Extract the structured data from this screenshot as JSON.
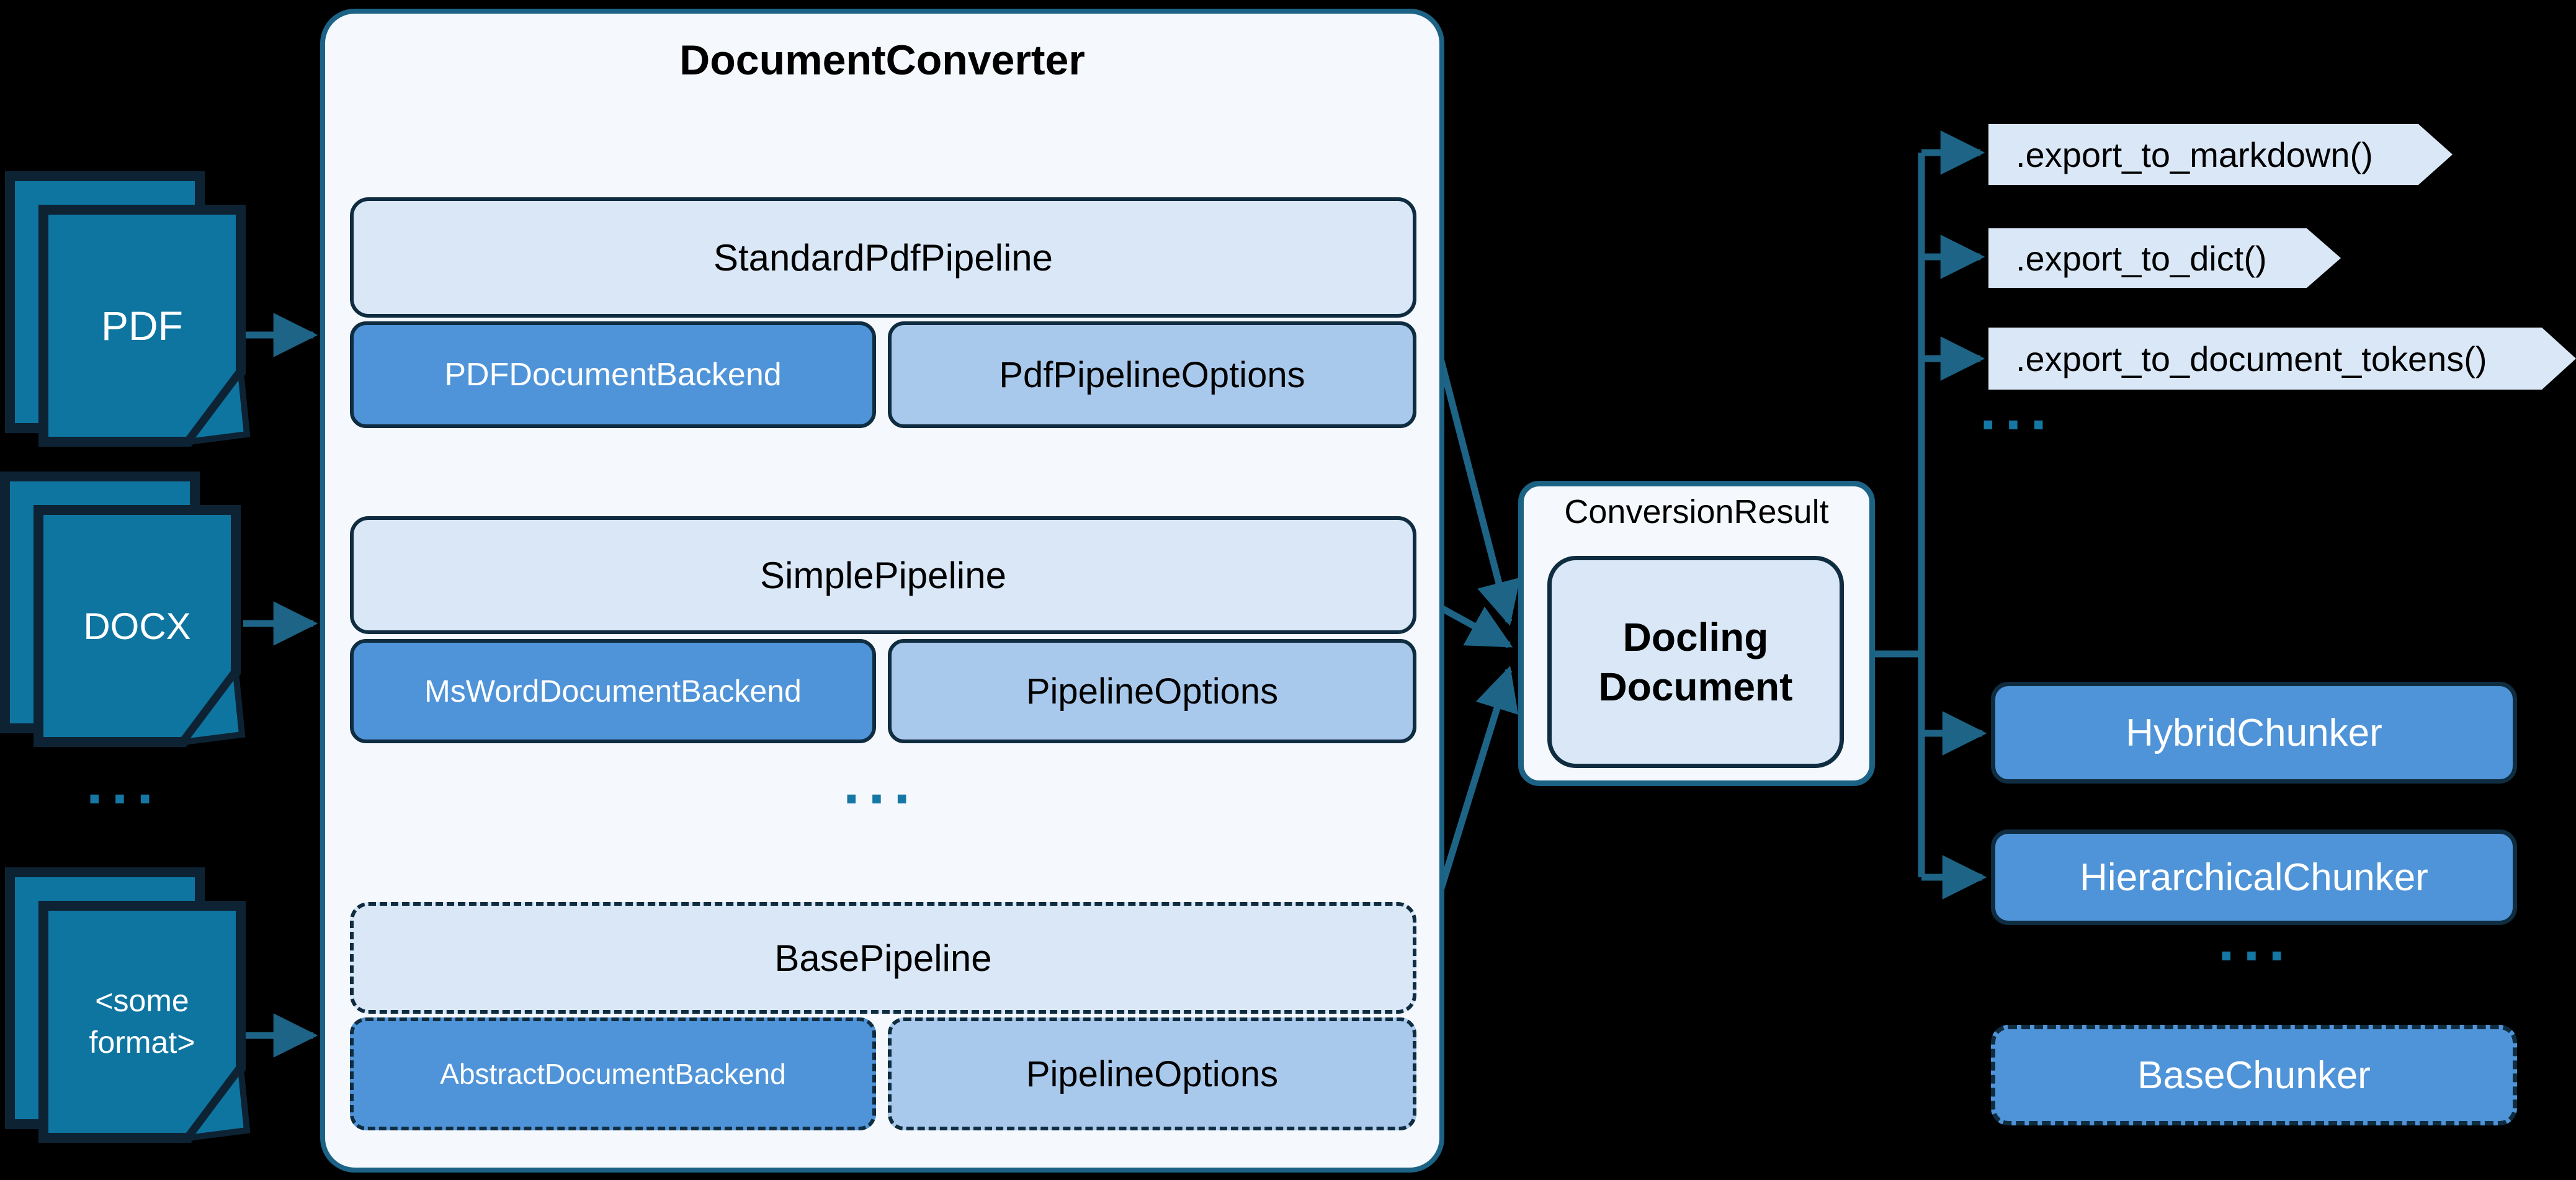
{
  "colors": {
    "background": "#000000",
    "panel_fill": "#f5f9fd",
    "panel_border": "#1b6285",
    "light_box_fill": "#d9e7f6",
    "dark_box_border": "#0f2c40",
    "backend_fill": "#4f94d8",
    "options_fill": "#a9c9ec",
    "document_icon_fill": "#0e75a1",
    "document_icon_border": "#0d2334",
    "arrow": "#1d6486",
    "ellipsis": "#1577a3",
    "text_dark": "#000000",
    "text_light": "#ffffff"
  },
  "inputs": {
    "ellipsis": "...",
    "documents": [
      {
        "label": "PDF"
      },
      {
        "label": "DOCX"
      },
      {
        "label": "<some format>"
      }
    ]
  },
  "converter": {
    "title": "DocumentConverter",
    "ellipsis": "...",
    "pipelines": [
      {
        "name": "StandardPdfPipeline",
        "backend": "PDFDocumentBackend",
        "options": "PdfPipelineOptions"
      },
      {
        "name": "SimplePipeline",
        "backend": "MsWordDocumentBackend",
        "options": "PipelineOptions"
      },
      {
        "name": "BasePipeline",
        "backend": "AbstractDocumentBackend",
        "options": "PipelineOptions"
      }
    ]
  },
  "conversion_result": {
    "label": "ConversionResult",
    "document": "Docling Document"
  },
  "exports": {
    "ellipsis": "...",
    "methods": [
      {
        "label": ".export_to_markdown()"
      },
      {
        "label": ".export_to_dict()"
      },
      {
        "label": ".export_to_document_tokens()"
      }
    ]
  },
  "chunkers": {
    "ellipsis": "...",
    "items": [
      {
        "name": "HybridChunker"
      },
      {
        "name": "HierarchicalChunker"
      },
      {
        "name": "BaseChunker"
      }
    ]
  }
}
